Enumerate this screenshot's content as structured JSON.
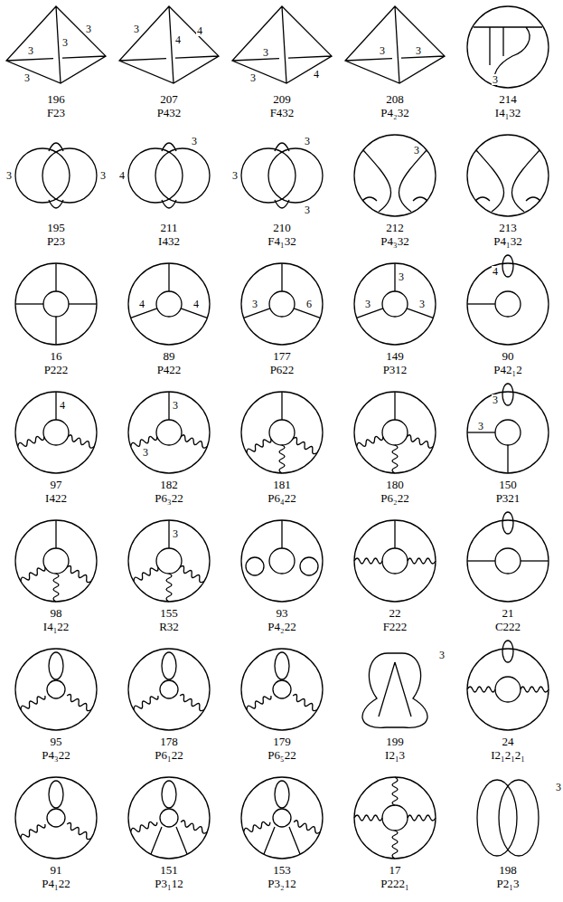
{
  "diagram": {
    "labels": [
      "196",
      "F23",
      "3",
      "3",
      "3",
      "3",
      "207",
      "P432",
      "3",
      "4",
      "4",
      "209",
      "F432",
      "3",
      "3",
      "4",
      "208",
      "P4₂32",
      "3",
      "3",
      "214",
      "I4₁32",
      "3",
      "195",
      "P23",
      "3",
      "3",
      "211",
      "I432",
      "4",
      "3",
      "210",
      "F4₁32",
      "3",
      "3",
      "3",
      "212",
      "P4₃32",
      "3",
      "213",
      "P4₁32",
      "16",
      "P222",
      "89",
      "P422",
      "4",
      "4",
      "177",
      "P622",
      "3",
      "6",
      "149",
      "P312",
      "3",
      "3",
      "3",
      "90",
      "P42₁2",
      "4",
      "97",
      "I422",
      "4",
      "182",
      "P6₃22",
      "3",
      "3",
      "181",
      "P6₄22",
      "180",
      "P6₂22",
      "150",
      "P321",
      "3",
      "3",
      "98",
      "I4₁22",
      "155",
      "R32",
      "3",
      "93",
      "P4₂22",
      "22",
      "F222",
      "21",
      "C222",
      "95",
      "P4₃22",
      "178",
      "P6₁22",
      "179",
      "P6₅22",
      "199",
      "I2₁3",
      "3",
      "24",
      "I2₁2₁2₁",
      "91",
      "P4₁22",
      "151",
      "P3₁12",
      "153",
      "P3₂12",
      "17",
      "P222₁",
      "198",
      "P2₁3",
      "3"
    ]
  }
}
